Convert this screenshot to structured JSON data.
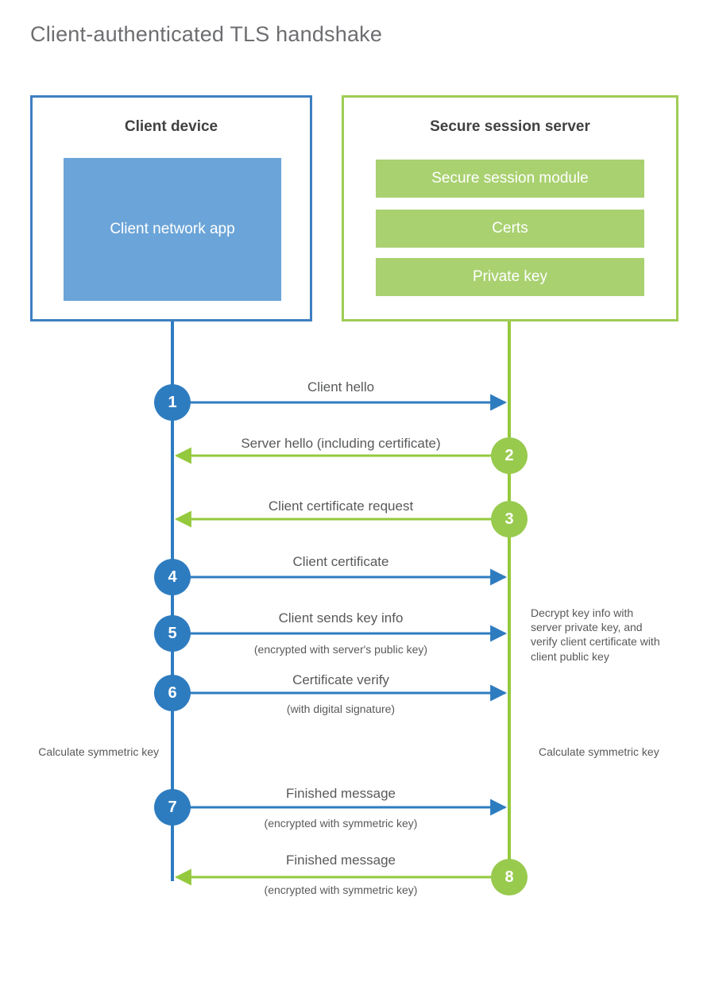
{
  "title": "Client-authenticated TLS handshake",
  "colors": {
    "client_border": "#3d7fc1",
    "client_app_fill": "#6ba4d8",
    "server_border": "#9fcc55",
    "server_bar_fill": "#a9d170",
    "blue_node": "#2e7cc0",
    "green_node": "#98ca4e",
    "blue_line": "#2e7cc0",
    "green_line": "#94c93d",
    "text": "#58595b",
    "heading": "#414042",
    "title": "#6d6e71",
    "background": "#ffffff"
  },
  "client": {
    "title": "Client device",
    "app_label": "Client network app"
  },
  "server": {
    "title": "Secure session server",
    "components": [
      {
        "label": "Secure session module"
      },
      {
        "label": "Certs"
      },
      {
        "label": "Private key"
      }
    ]
  },
  "steps": [
    {
      "number": "1",
      "label": "Client hello",
      "sub": "",
      "direction": "client-to-server",
      "side": "client"
    },
    {
      "number": "2",
      "label": "Server hello (including certificate)",
      "sub": "",
      "direction": "server-to-client",
      "side": "server"
    },
    {
      "number": "3",
      "label": "Client certificate request",
      "sub": "",
      "direction": "server-to-client",
      "side": "server"
    },
    {
      "number": "4",
      "label": "Client certificate",
      "sub": "",
      "direction": "client-to-server",
      "side": "client"
    },
    {
      "number": "5",
      "label": "Client sends key info",
      "sub": "(encrypted with server's public key)",
      "direction": "client-to-server",
      "side": "client"
    },
    {
      "number": "6",
      "label": "Certificate verify",
      "sub": "(with digital signature)",
      "direction": "client-to-server",
      "side": "client"
    },
    {
      "number": "7",
      "label": "Finished message",
      "sub": "(encrypted with symmetric key)",
      "direction": "client-to-server",
      "side": "client"
    },
    {
      "number": "8",
      "label": "Finished message",
      "sub": "(encrypted with symmetric key)",
      "direction": "server-to-client",
      "side": "server"
    }
  ],
  "annotations": {
    "server_decrypt": "Decrypt key info with server private key, and verify client certificate with client public key",
    "client_calculate": "Calculate symmetric key",
    "server_calculate": "Calculate symmetric key"
  }
}
